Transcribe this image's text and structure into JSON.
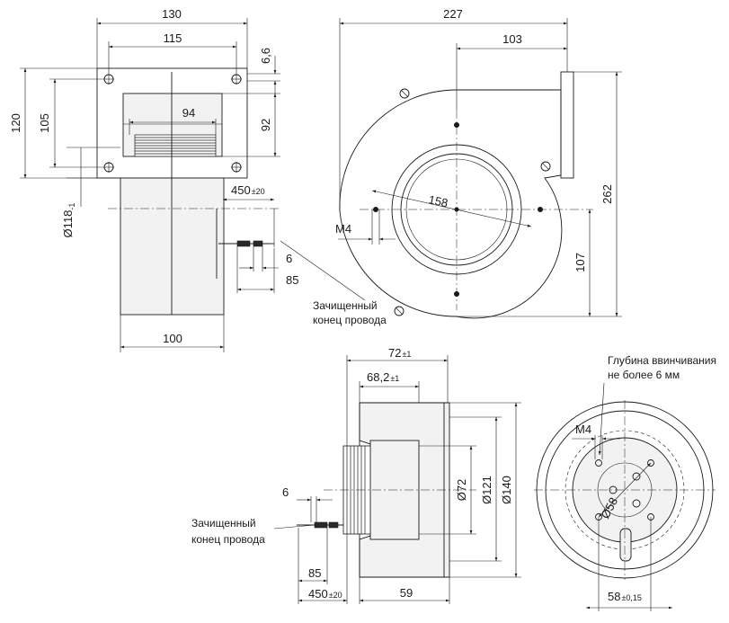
{
  "front_view": {
    "width_outer": "130",
    "width_holes": "115",
    "height_outer": "120",
    "height_holes": "105",
    "outlet_width": "94",
    "outlet_height": "92",
    "flange": "6,6",
    "motor_diameter": "Ø118",
    "motor_diameter_tol": "-1",
    "cable_length": "450",
    "cable_length_tol": "±20",
    "strip_short": "6",
    "strip_long": "85",
    "depth": "100",
    "note_line1": "Зачищенный",
    "note_line2": "конец провода"
  },
  "side_view": {
    "overall_width": "227",
    "outlet_offset": "103",
    "overall_height": "262",
    "axis_height": "107",
    "mount_circle": "158",
    "thread": "M4"
  },
  "motor_side": {
    "depth_outer": "72",
    "depth_outer_tol": "±1",
    "depth_inner": "68,2",
    "depth_inner_tol": "±1",
    "diameter_small": "Ø72",
    "diameter_mid": "Ø121",
    "diameter_large": "Ø140",
    "strip_short": "6",
    "strip_long": "85",
    "cable_length": "450",
    "cable_length_tol": "±20",
    "depth_body": "59",
    "note_line1": "Зачищенный",
    "note_line2": "конец провода"
  },
  "motor_face": {
    "depth_note_line1": "Глубина ввинчивания",
    "depth_note_line2": "не более 6 мм",
    "thread": "M4",
    "pcd": "Ø58",
    "spacing": "58",
    "spacing_tol": "±0,15"
  }
}
